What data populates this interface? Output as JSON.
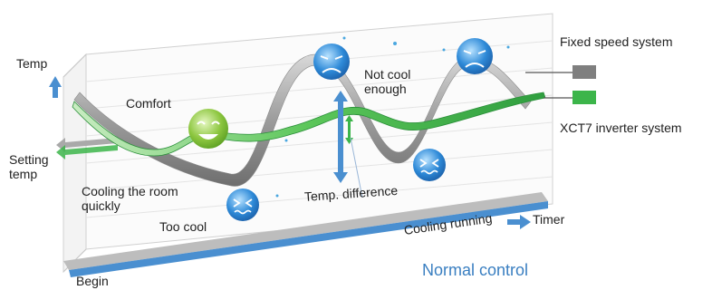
{
  "axis": {
    "y_label": "Temp",
    "setting_label": "Setting\ntemp",
    "x_label": "Timer",
    "begin_label": "Begin",
    "running_label": "Cooling running"
  },
  "legend": [
    {
      "label": "Fixed speed system",
      "color": "#7f7f7f"
    },
    {
      "label": "XCT7 inverter system",
      "color": "#3cb54a"
    }
  ],
  "annotations": {
    "comfort": "Comfort",
    "not_cool": "Not cool\nenough",
    "too_cool": "Too cool",
    "cooling_quickly": "Cooling the room\nquickly",
    "temp_difference": "Temp. difference",
    "normal_control": "Normal control"
  },
  "faces": [
    {
      "name": "comfort-face",
      "mood": "happy",
      "color": "#8cc63f"
    },
    {
      "name": "too-cool-face",
      "mood": "cold",
      "color": "#2e8ad8"
    },
    {
      "name": "not-cool-face-1",
      "mood": "hot",
      "color": "#2e8ad8"
    },
    {
      "name": "cold-face-2",
      "mood": "cold",
      "color": "#2e8ad8"
    },
    {
      "name": "not-cool-face-2",
      "mood": "hot",
      "color": "#2e8ad8"
    }
  ],
  "colors": {
    "accent_blue": "#4a8fd0",
    "ribbon_gray": "#a9a9a9",
    "ribbon_green": "#3cb54a"
  }
}
